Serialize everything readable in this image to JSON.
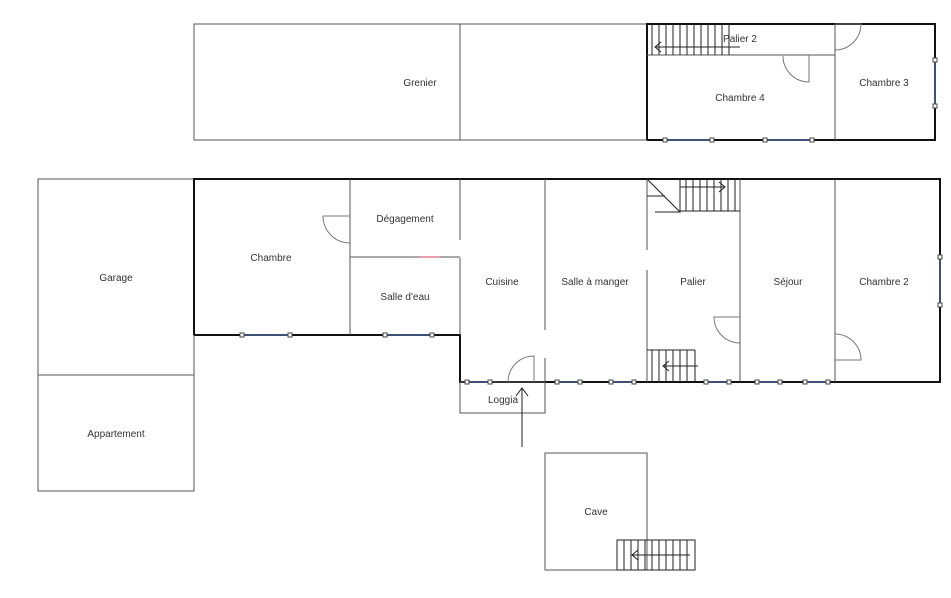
{
  "upper_floor": {
    "rooms": [
      "Grenier",
      "Palier 2",
      "Chambre 4",
      "Chambre 3"
    ]
  },
  "ground_floor": {
    "rooms": [
      "Garage",
      "Appartement",
      "Chambre",
      "Dégagement",
      "Salle d'eau",
      "Cuisine",
      "Salle à manger",
      "Palier",
      "Séjour",
      "Chambre 2",
      "Loggia"
    ]
  },
  "basement": {
    "rooms": [
      "Cave"
    ]
  },
  "colors": {
    "wall": "#555555",
    "exterior_wall": "#111111",
    "window": "#6b8fd6"
  }
}
